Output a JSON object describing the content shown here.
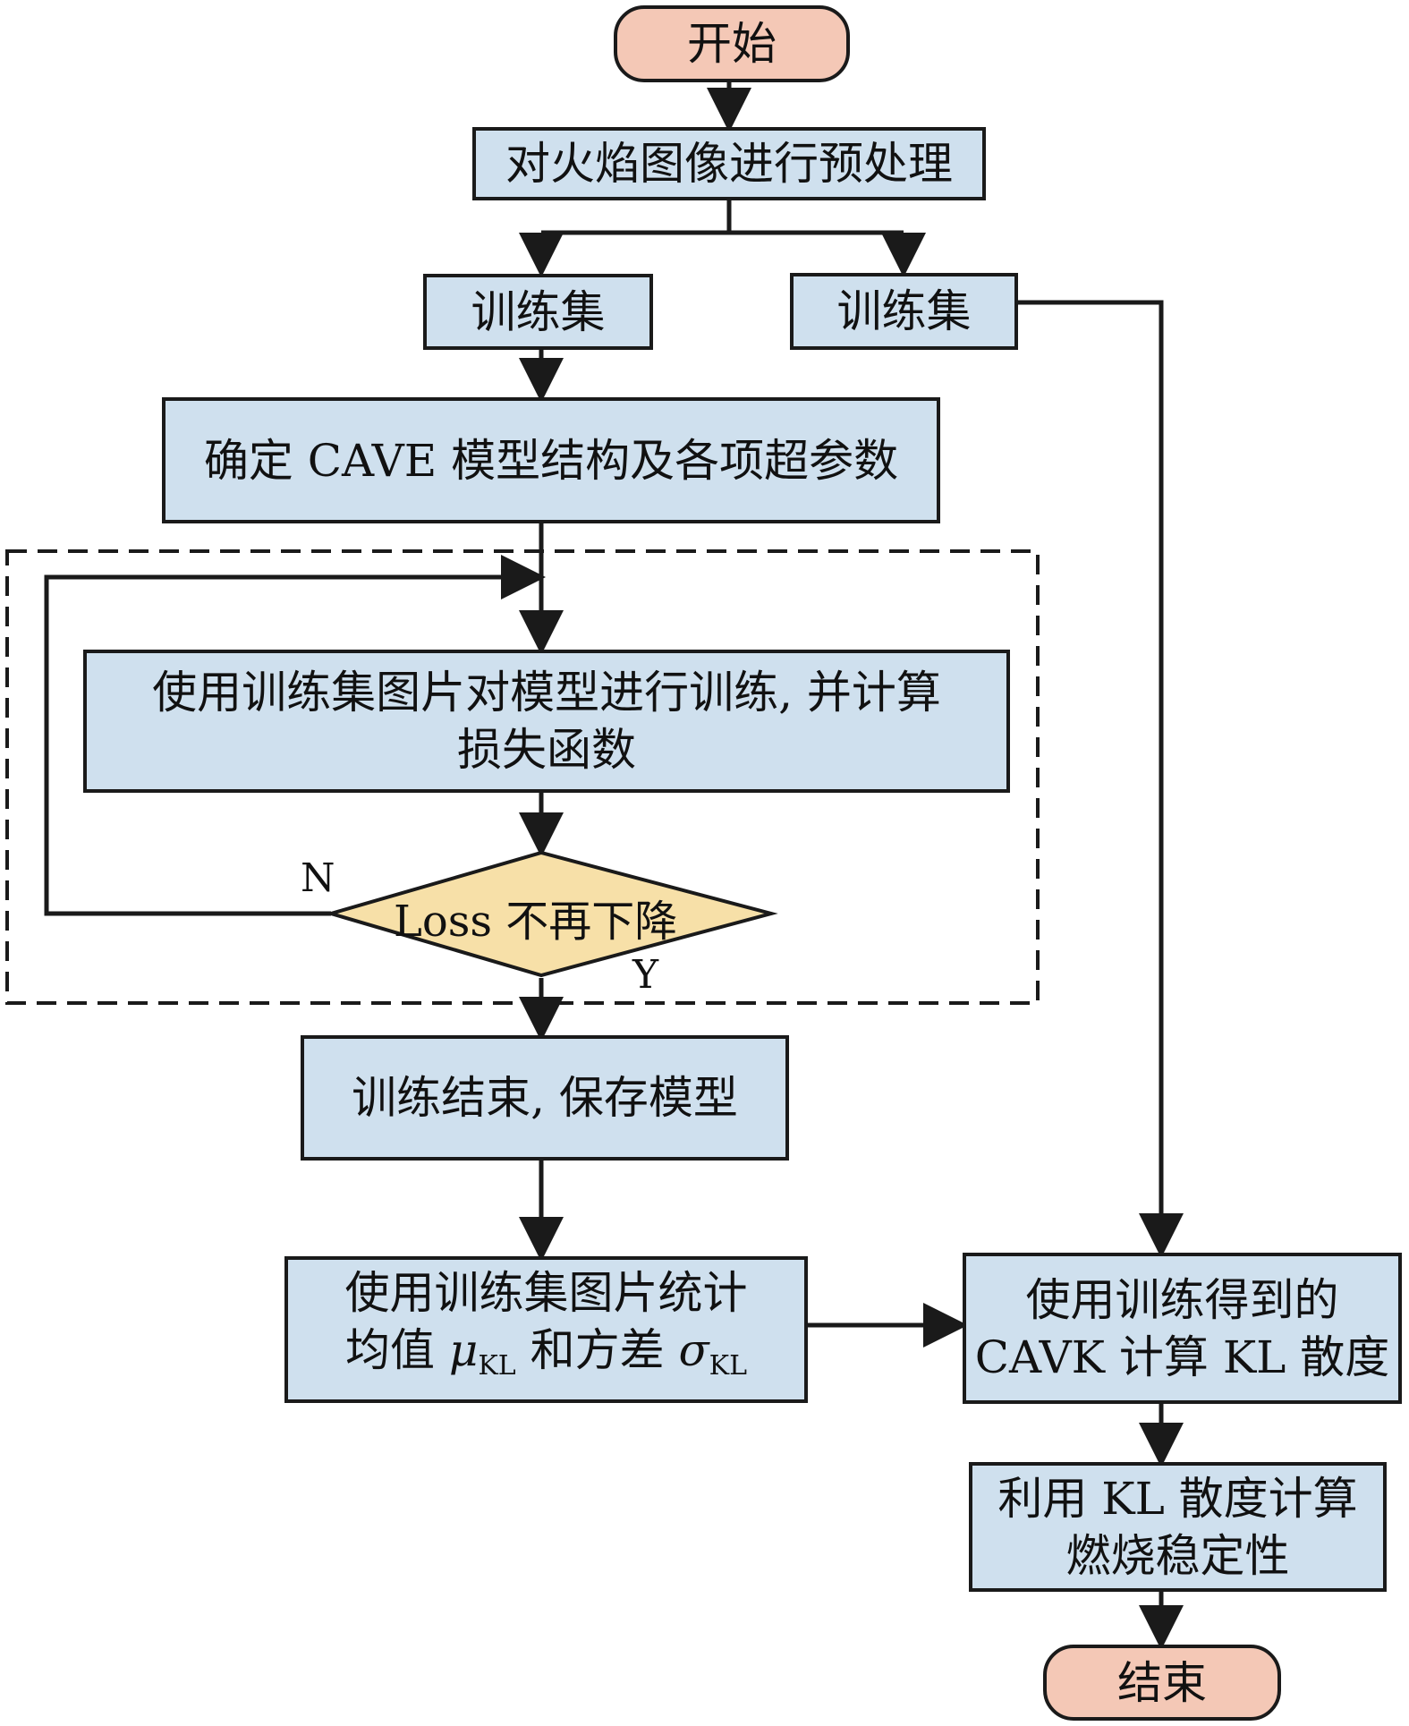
{
  "nodes": {
    "start": "开始",
    "preprocess": "对火焰图像进行预处理",
    "train_set_left": "训练集",
    "train_set_right": "训练集",
    "determine": "确定 CAVE 模型结构及各项超参数",
    "train_line1": "使用训练集图片对模型进行训练, 并计算",
    "train_line2": "损失函数",
    "decision": "Loss 不再下降",
    "save": "训练结束, 保存模型",
    "stats_line1": "使用训练集图片统计",
    "stats_prefix": "均值 ",
    "stats_mu": "μ",
    "stats_mu_sub": "KL",
    "stats_mid": " 和方差 ",
    "stats_sigma": "σ",
    "stats_sigma_sub": "KL",
    "kl_line1": "使用训练得到的",
    "kl_line2": "CAVK 计算 KL 散度",
    "stability_line1": "利用 KL 散度计算",
    "stability_line2": "燃烧稳定性",
    "end": "结束"
  },
  "edge_labels": {
    "no": "N",
    "yes": "Y"
  }
}
